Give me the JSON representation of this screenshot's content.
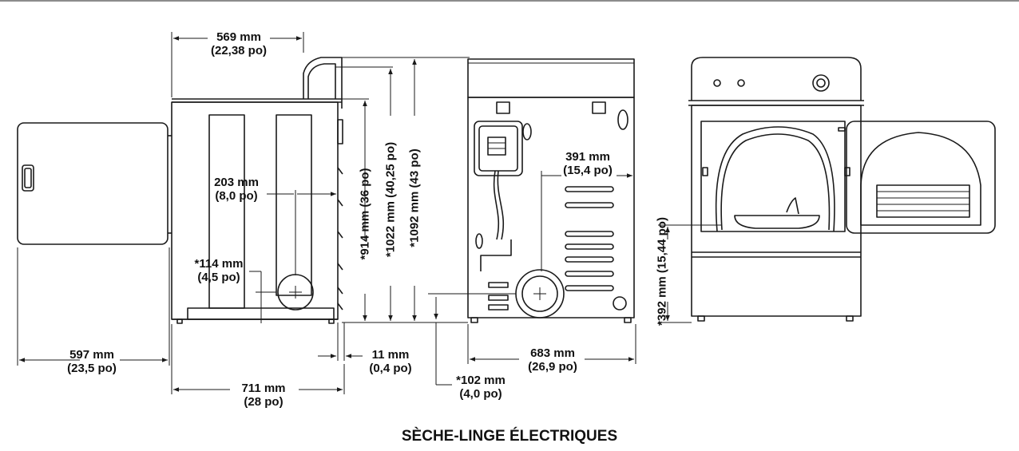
{
  "title": "SÈCHE-LINGE ÉLECTRIQUES",
  "dimensions": {
    "top_depth": [
      "569 mm",
      "(22,38 po)"
    ],
    "door_offset": [
      "203 mm",
      "(8,0 po)"
    ],
    "side_vent_height": [
      "*114 mm",
      "(4,5 po)"
    ],
    "height_914": "*914 mm (36 po)",
    "height_1022": "*1022 mm (40,25 po)",
    "height_1092": "*1092 mm (43 po)",
    "rear_vent_offset": [
      "391 mm",
      "(15,4 po)"
    ],
    "door_swing": [
      "597 mm",
      "(23,5 po)"
    ],
    "side_gap": [
      "11 mm",
      "(0,4 po)"
    ],
    "width": [
      "683 mm",
      "(26,9 po)"
    ],
    "depth": [
      "711 mm",
      "(28 po)"
    ],
    "rear_vent_height": [
      "*102 mm",
      "(4,0 po)"
    ],
    "door_opening_height": "*392 mm (15,44 po)"
  },
  "colors": {
    "line": "#1a1a1a",
    "background": "#ffffff"
  }
}
